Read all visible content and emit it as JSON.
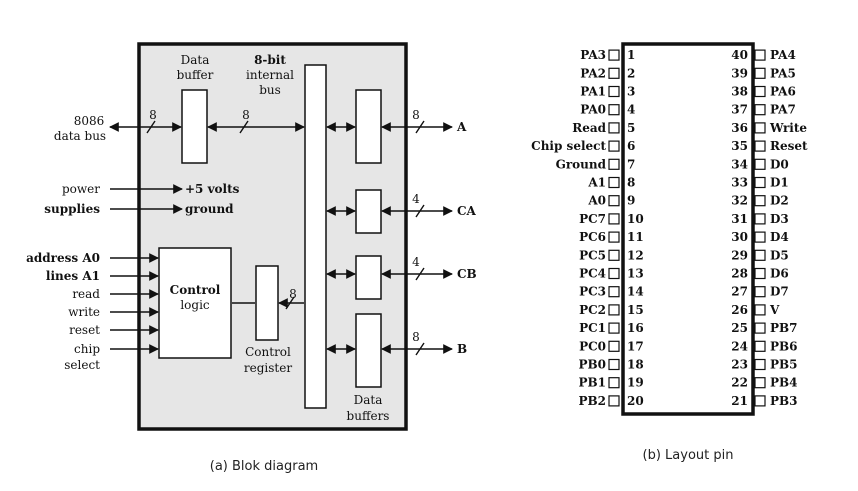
{
  "block_diagram": {
    "caption": "(a) Blok diagram",
    "data_buffer_label": [
      "Data",
      "buffer"
    ],
    "internal_bus_label": [
      "8-bit",
      "internal",
      "bus"
    ],
    "data_bus_label": [
      "8086",
      "data bus"
    ],
    "bus_width_8": "8",
    "bus_width_4": "4",
    "power_label": [
      "power",
      "supplies"
    ],
    "plus5_label": "+5 volts",
    "ground_label": "ground",
    "address_label": [
      "address A0",
      "lines A1"
    ],
    "control_inputs": [
      "read",
      "write",
      "reset",
      "chip",
      "select"
    ],
    "control_logic_label": [
      "Control",
      "logic"
    ],
    "control_register_label": [
      "Control",
      "register"
    ],
    "data_buffers_label": [
      "Data",
      "buffers"
    ],
    "port_a": "A",
    "port_ca": "CA",
    "port_cb": "CB",
    "port_b": "B"
  },
  "pin_layout": {
    "caption": "(b) Layout pin",
    "left_pins": [
      {
        "name": "PA3",
        "num": "1"
      },
      {
        "name": "PA2",
        "num": "2"
      },
      {
        "name": "PA1",
        "num": "3"
      },
      {
        "name": "PA0",
        "num": "4"
      },
      {
        "name": "Read",
        "num": "5"
      },
      {
        "name": "Chip select",
        "num": "6"
      },
      {
        "name": "Ground",
        "num": "7"
      },
      {
        "name": "A1",
        "num": "8"
      },
      {
        "name": "A0",
        "num": "9"
      },
      {
        "name": "PC7",
        "num": "10"
      },
      {
        "name": "PC6",
        "num": "11"
      },
      {
        "name": "PC5",
        "num": "12"
      },
      {
        "name": "PC4",
        "num": "13"
      },
      {
        "name": "PC3",
        "num": "14"
      },
      {
        "name": "PC2",
        "num": "15"
      },
      {
        "name": "PC1",
        "num": "16"
      },
      {
        "name": "PC0",
        "num": "17"
      },
      {
        "name": "PB0",
        "num": "18"
      },
      {
        "name": "PB1",
        "num": "19"
      },
      {
        "name": "PB2",
        "num": "20"
      }
    ],
    "right_pins": [
      {
        "name": "PA4",
        "num": "40"
      },
      {
        "name": "PA5",
        "num": "39"
      },
      {
        "name": "PA6",
        "num": "38"
      },
      {
        "name": "PA7",
        "num": "37"
      },
      {
        "name": "Write",
        "num": "36"
      },
      {
        "name": "Reset",
        "num": "35"
      },
      {
        "name": "D0",
        "num": "34"
      },
      {
        "name": "D1",
        "num": "33"
      },
      {
        "name": "D2",
        "num": "32"
      },
      {
        "name": "D3",
        "num": "31"
      },
      {
        "name": "D4",
        "num": "30"
      },
      {
        "name": "D5",
        "num": "29"
      },
      {
        "name": "D6",
        "num": "28"
      },
      {
        "name": "D7",
        "num": "27"
      },
      {
        "name": "V",
        "num": "26"
      },
      {
        "name": "PB7",
        "num": "25"
      },
      {
        "name": "PB6",
        "num": "24"
      },
      {
        "name": "PB5",
        "num": "23"
      },
      {
        "name": "PB4",
        "num": "22"
      },
      {
        "name": "PB3",
        "num": "21"
      }
    ]
  }
}
